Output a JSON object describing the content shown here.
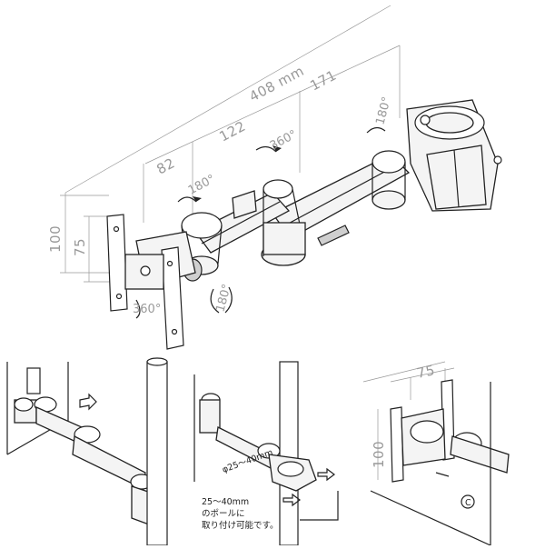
{
  "main_diagram": {
    "dim_overall": "408 mm",
    "dim_171": "171",
    "dim_122": "122",
    "dim_82": "82",
    "dim_100": "100",
    "dim_75": "75",
    "rot_180_a": "180°",
    "rot_360_a": "360°",
    "rot_360_b": "360°",
    "rot_180_b": "180°",
    "rot_180_c": "180°"
  },
  "clamp_detail": {
    "pole_range": "φ25～40mm",
    "note_line1": "25～40mm",
    "note_line2": "のポールに",
    "note_line3": "取り付け可能です。"
  },
  "vesa_detail": {
    "dim_75": "75",
    "dim_100": "100",
    "callout": "C"
  }
}
